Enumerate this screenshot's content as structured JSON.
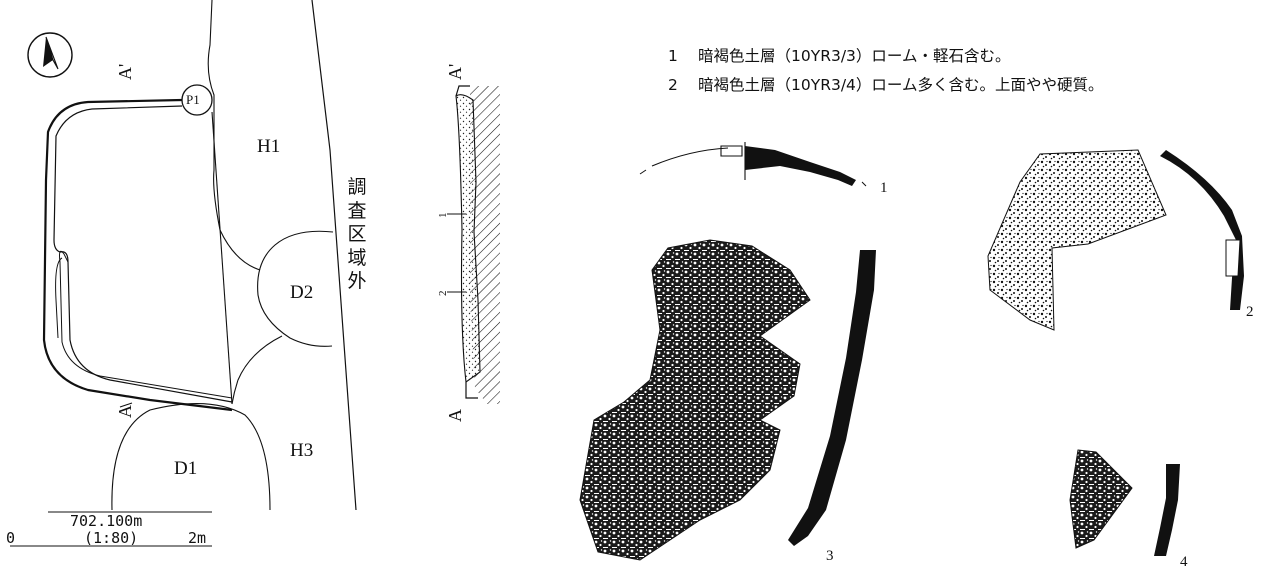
{
  "plan": {
    "pit_label": "P1",
    "features": [
      {
        "id": "h1",
        "label": "H1"
      },
      {
        "id": "d2",
        "label": "D2"
      },
      {
        "id": "d1",
        "label": "D1"
      },
      {
        "id": "h3",
        "label": "H3"
      }
    ],
    "outside_area_label": "調査区域外",
    "section_marks": {
      "top": "A'",
      "bottom": "A"
    }
  },
  "section": {
    "marks": {
      "top": "A'",
      "bottom": "A"
    },
    "layer_numbers": [
      "1",
      "2"
    ]
  },
  "scale_bar": {
    "elevation": "702.100m",
    "ratio": "(1:80)",
    "start": "0",
    "end": "2m"
  },
  "legend": [
    {
      "num": "1",
      "text": "暗褐色土層（10YR3/3）ローム・軽石含む。"
    },
    {
      "num": "2",
      "text": "暗褐色土層（10YR3/4）ローム多く含む。上面やや硬質。"
    }
  ],
  "artifacts": [
    "1",
    "2",
    "3",
    "4"
  ]
}
